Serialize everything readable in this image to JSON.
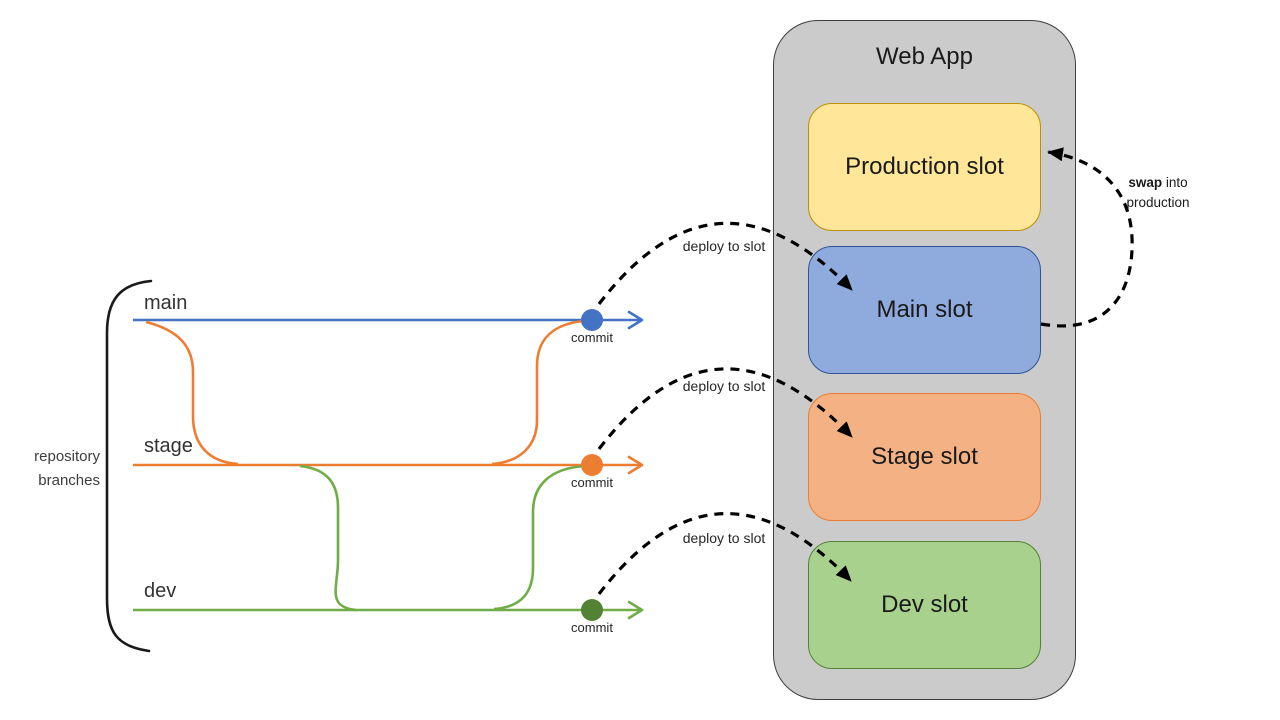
{
  "repo": {
    "bracket_label_line1": "repository",
    "bracket_label_line2": "branches",
    "branches": [
      {
        "name": "main",
        "color": "#4472C4",
        "dot_color": "#4472C4",
        "commit_label": "commit"
      },
      {
        "name": "stage",
        "color": "#ED7D31",
        "dot_color": "#ED7D31",
        "commit_label": "commit"
      },
      {
        "name": "dev",
        "color": "#70AD47",
        "dot_color": "#548235",
        "commit_label": "commit"
      }
    ]
  },
  "deploy_arrows": [
    {
      "label": "deploy to slot"
    },
    {
      "label": "deploy to slot"
    },
    {
      "label": "deploy to slot"
    }
  ],
  "swap_arrow": {
    "bold": "swap",
    "after_bold": " into",
    "line2": "production",
    "color": "#000000"
  },
  "web_app": {
    "title": "Web App",
    "container_fill": "#CBCBCB",
    "slots": [
      {
        "label": "Production slot",
        "fill": "#FFE699",
        "border": "#BF9000"
      },
      {
        "label": "Main slot",
        "fill": "#8FAADC",
        "border": "#2F5597"
      },
      {
        "label": "Stage slot",
        "fill": "#F4B183",
        "border": "#ED7D31"
      },
      {
        "label": "Dev slot",
        "fill": "#A9D18E",
        "border": "#538135"
      }
    ]
  }
}
